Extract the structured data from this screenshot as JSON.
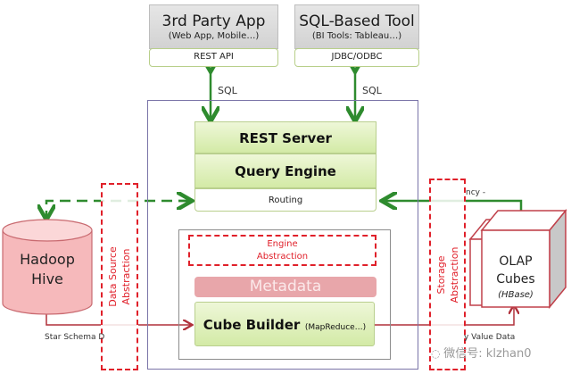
{
  "clients": [
    {
      "title": "3rd Party App",
      "subtitle": "(Web App, Mobile…)",
      "interface": "REST API",
      "protocol": "SQL"
    },
    {
      "title": "SQL-Based Tool",
      "subtitle": "(BI Tools: Tableau…)",
      "interface": "JDBC/ODBC",
      "protocol": "SQL"
    }
  ],
  "server": {
    "rest_server": "REST Server",
    "query_engine": "Query Engine",
    "routing": "Routing"
  },
  "engine": {
    "abstraction_line1": "Engine",
    "abstraction_line2": "Abstraction",
    "metadata": "Metadata",
    "cube_builder": "Cube Builder",
    "cube_builder_sub": "(MapReduce…)"
  },
  "left": {
    "hive_line1": "Hadoop",
    "hive_line2": "Hive",
    "data_source_line1": "Data Source",
    "data_source_line2": "Abstraction",
    "star_schema_label": "Star Schema D"
  },
  "right": {
    "storage_line1": "Storage",
    "storage_line2": "Abstraction",
    "olap_line1": "OLAP",
    "olap_line2": "Cubes",
    "olap_sub": "(HBase)",
    "latency_label": "ncy -",
    "kv_label": "y Value Data"
  },
  "watermark": "微信号: klzhan0",
  "colors": {
    "green_arrow": "#2e8b2e",
    "red_dash": "#e0202a",
    "frame": "#7a74a8",
    "dark_red_line": "#b0303a"
  }
}
